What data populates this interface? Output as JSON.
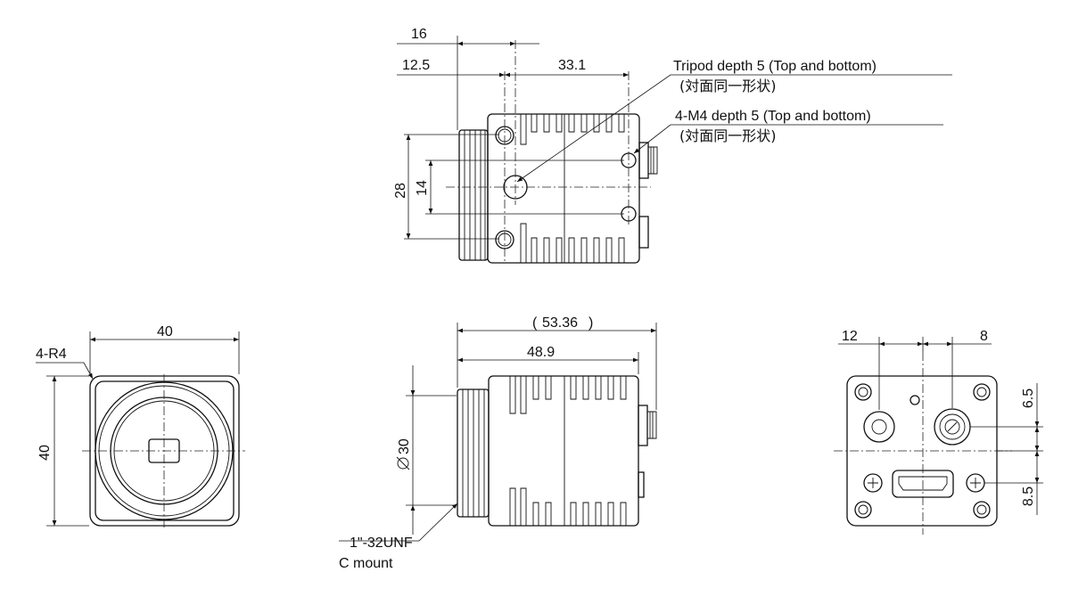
{
  "top_view": {
    "dim_16": "16",
    "dim_12_5": "12.5",
    "dim_33_1": "33.1",
    "dim_28": "28",
    "dim_14": "14",
    "note_tripod": "Tripod depth 5  (Top and bottom)",
    "note_tripod_jp": "(対面同一形状)",
    "note_m4": "4-M4 depth 5  (Top and bottom)",
    "note_m4_jp": "(対面同一形状)"
  },
  "front_view": {
    "dim_width": "40",
    "dim_height": "40",
    "corner_radius": "4-R4"
  },
  "side_view": {
    "dim_overall": "53.36",
    "dim_body": "48.9",
    "dim_diameter": "30",
    "mount_thread": "1\"-32UNF",
    "mount_type": "C mount"
  },
  "rear_view": {
    "dim_12": "12",
    "dim_8": "8",
    "dim_6_5": "6.5",
    "dim_8_5": "8.5"
  }
}
